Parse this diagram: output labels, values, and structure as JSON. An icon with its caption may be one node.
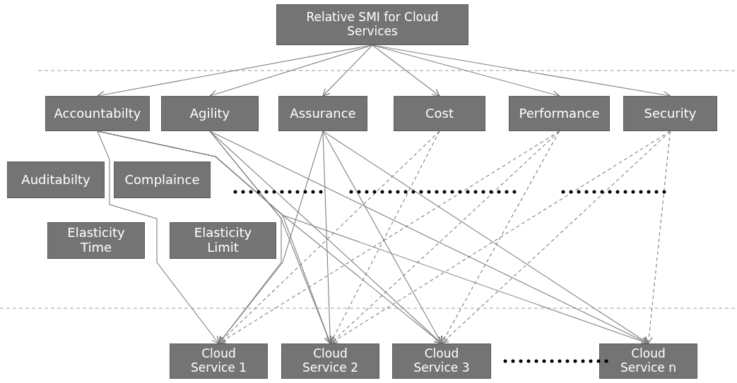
{
  "diagram": {
    "nodes": [
      {
        "text": [
          "Relative SMI for Cloud Services"
        ]
      },
      {
        "text": [
          "Accountabilty"
        ]
      },
      {
        "text": [
          "Agility"
        ]
      },
      {
        "text": [
          "Assurance"
        ]
      },
      {
        "text": [
          "Cost"
        ]
      },
      {
        "text": [
          "Performance"
        ]
      },
      {
        "text": [
          "Security"
        ]
      },
      {
        "text": [
          "Auditabilty"
        ]
      },
      {
        "text": [
          "Complaince"
        ]
      },
      {
        "text": [
          "Elasticity Time"
        ]
      },
      {
        "text": [
          "Elasticity Limit"
        ]
      },
      {
        "text": [
          "Cloud Service 1"
        ]
      },
      {
        "text": [
          "Cloud Service 2"
        ]
      },
      {
        "text": [
          "Cloud Service 3"
        ]
      },
      {
        "text": [
          "Cloud Service n"
        ]
      }
    ],
    "edges": [
      {
        "from": 0,
        "to": 1,
        "arrow": "to"
      },
      {
        "from": 0,
        "to": 2,
        "arrow": "to"
      },
      {
        "from": 0,
        "to": 3,
        "arrow": "to"
      },
      {
        "from": 0,
        "to": 4,
        "arrow": "to"
      },
      {
        "from": 0,
        "to": 5,
        "arrow": "to"
      },
      {
        "from": 0,
        "to": 6,
        "arrow": "to"
      },
      {
        "from": 1,
        "to": 11,
        "arrow": "to"
      },
      {
        "from": 1,
        "to": 12,
        "arrow": "to"
      },
      {
        "from": 1,
        "to": 13,
        "arrow": "to"
      },
      {
        "from": 1,
        "to": 14,
        "arrow": "to"
      },
      {
        "from": 2,
        "to": 11,
        "arrow": "to"
      },
      {
        "from": 2,
        "to": 12,
        "arrow": "to"
      },
      {
        "from": 2,
        "to": 13,
        "arrow": "to"
      },
      {
        "from": 2,
        "to": 14,
        "arrow": "to"
      },
      {
        "from": 3,
        "to": 11,
        "arrow": "to"
      },
      {
        "from": 3,
        "to": 12,
        "arrow": "to"
      },
      {
        "from": 3,
        "to": 13,
        "arrow": "to"
      },
      {
        "from": 3,
        "to": 14,
        "arrow": "to"
      },
      {
        "from": 4,
        "to": 11,
        "arrow": "to",
        "style": "dashed"
      },
      {
        "from": 4,
        "to": 12,
        "arrow": "to",
        "style": "dashed"
      },
      {
        "from": 5,
        "to": 11,
        "arrow": "to",
        "style": "dashed"
      },
      {
        "from": 5,
        "to": 12,
        "arrow": "to",
        "style": "dashed"
      },
      {
        "from": 5,
        "to": 13,
        "arrow": "to",
        "style": "dashed"
      },
      {
        "from": 6,
        "to": 12,
        "arrow": "to",
        "style": "dashed"
      },
      {
        "from": 6,
        "to": 13,
        "arrow": "to",
        "style": "dashed"
      },
      {
        "from": 6,
        "to": 14,
        "arrow": "to",
        "style": "dashed"
      }
    ]
  }
}
